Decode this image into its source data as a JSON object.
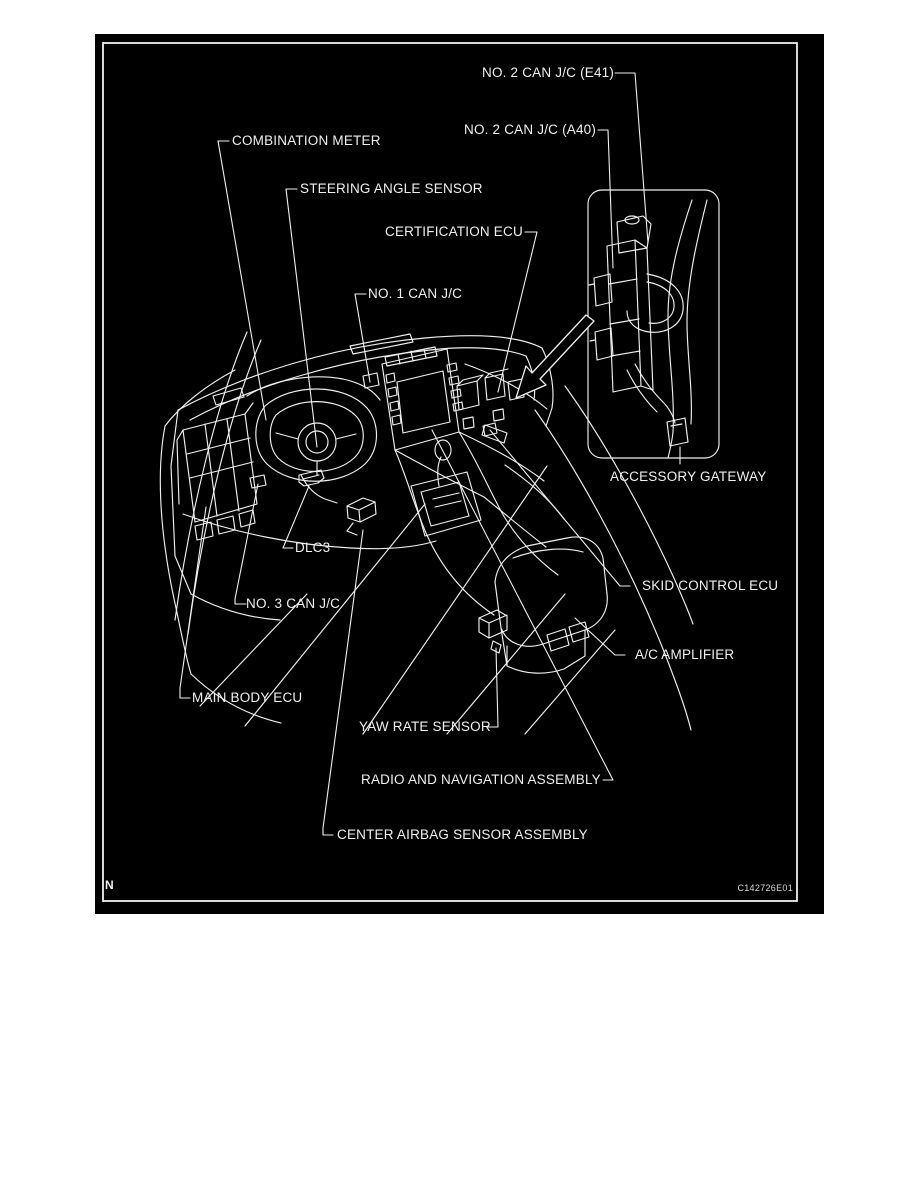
{
  "colors": {
    "page_bg": "#ffffff",
    "figure_bg": "#000000",
    "line": "#f0f0f0",
    "text": "#f0f0f0"
  },
  "figure": {
    "description": "Vehicle interior component location diagram (dashboard and console, isometric line art with inset detail)",
    "footer": {
      "left_mark": "N",
      "drawing_code": "C142726E01"
    },
    "labels": [
      {
        "id": "no2-can-jc-e41",
        "text": "NO. 2 CAN J/C (E41)"
      },
      {
        "id": "no2-can-jc-a40",
        "text": "NO. 2 CAN J/C (A40)"
      },
      {
        "id": "combination-meter",
        "text": "COMBINATION METER"
      },
      {
        "id": "steering-angle-sensor",
        "text": "STEERING ANGLE SENSOR"
      },
      {
        "id": "certification-ecu",
        "text": "CERTIFICATION ECU"
      },
      {
        "id": "no1-can-jc",
        "text": "NO. 1 CAN J/C"
      },
      {
        "id": "accessory-gateway",
        "text": "ACCESSORY GATEWAY"
      },
      {
        "id": "skid-control-ecu",
        "text": "SKID CONTROL ECU"
      },
      {
        "id": "ac-amplifier",
        "text": "A/C AMPLIFIER"
      },
      {
        "id": "dlc3",
        "text": "DLC3"
      },
      {
        "id": "no3-can-jc",
        "text": "NO. 3 CAN J/C"
      },
      {
        "id": "main-body-ecu",
        "text": "MAIN BODY ECU"
      },
      {
        "id": "yaw-rate-sensor",
        "text": "YAW RATE SENSOR"
      },
      {
        "id": "radio-and-navigation-assembly",
        "text": "RADIO AND NAVIGATION ASSEMBLY"
      },
      {
        "id": "center-airbag-sensor-assembly",
        "text": "CENTER AIRBAG SENSOR ASSEMBLY"
      }
    ]
  }
}
